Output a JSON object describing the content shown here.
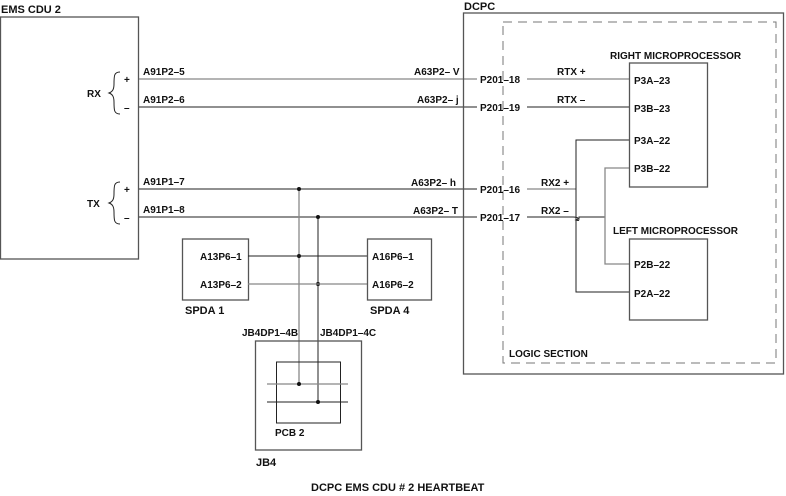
{
  "title": "DCPC EMS CDU # 2 HEARTBEAT",
  "ems_cdu": {
    "label": "EMS CDU 2",
    "rx_label": "RX",
    "tx_label": "TX",
    "plus": "+",
    "minus": "–",
    "pins": [
      "A91P2–5",
      "A91P2–6",
      "A91P1–7",
      "A91P1–8"
    ]
  },
  "harness_pins": [
    "A63P2– V",
    "A63P2– j",
    "A63P2– h",
    "A63P2– T"
  ],
  "dcpc": {
    "label": "DCPC",
    "logic_section_label": "LOGIC SECTION",
    "connector_pins": [
      "P201–18",
      "P201–19",
      "P201–16",
      "P201–17"
    ],
    "signals": [
      "RTX +",
      "RTX –",
      "RX2 +",
      "RX2 –"
    ],
    "right_microprocessor": {
      "label": "RIGHT MICROPROCESSOR",
      "pins": [
        "P3A–23",
        "P3B–23",
        "P3A–22",
        "P3B–22"
      ]
    },
    "left_microprocessor": {
      "label": "LEFT MICROPROCESSOR",
      "pins": [
        "P2B–22",
        "P2A–22"
      ]
    }
  },
  "spda1": {
    "label": "SPDA 1",
    "pins": [
      "A13P6–1",
      "A13P6–2"
    ]
  },
  "spda4": {
    "label": "SPDA 4",
    "pins": [
      "A16P6–1",
      "A16P6–2"
    ]
  },
  "jb4": {
    "label": "JB4",
    "pcb_label": "PCB 2",
    "pins": [
      "JB4DP1–4B",
      "JB4DP1–4C"
    ]
  }
}
